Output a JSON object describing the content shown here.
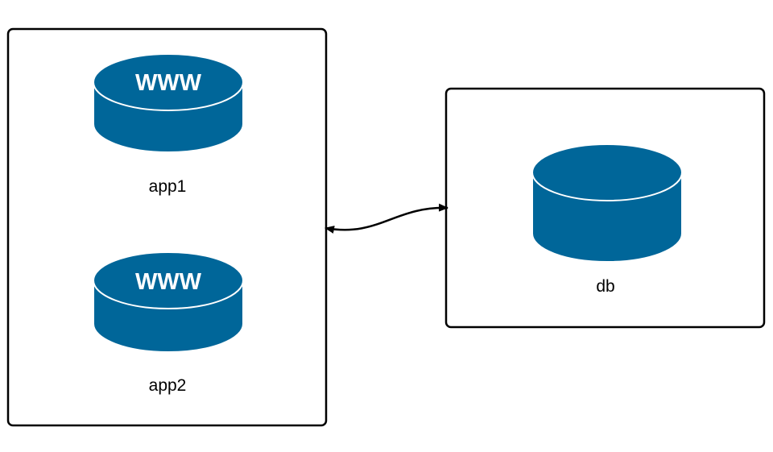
{
  "diagram": {
    "nodes": [
      {
        "id": "app1",
        "label": "app1",
        "icon_text": "WWW"
      },
      {
        "id": "app2",
        "label": "app2",
        "icon_text": "WWW"
      },
      {
        "id": "db",
        "label": "db"
      }
    ],
    "edges": [
      {
        "from": "app-group",
        "to": "db-group",
        "direction": "bidirectional"
      }
    ]
  },
  "colors": {
    "cylinder_fill": "#006699",
    "cylinder_edge": "#ffffff",
    "border": "#000000",
    "background": "#ffffff"
  }
}
